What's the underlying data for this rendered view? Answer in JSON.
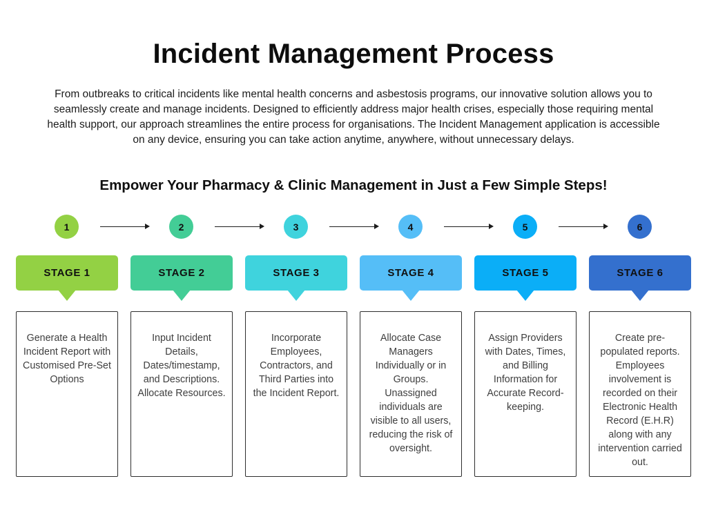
{
  "page": {
    "title": "Incident Management Process",
    "description": "From outbreaks to critical incidents like mental health concerns and asbestosis programs, our innovative solution allows you to seamlessly create and manage incidents. Designed to efficiently address major health crises, especially those requiring mental health support, our approach streamlines the entire process for organisations. The Incident Management application is accessible on any device, ensuring you can take action anytime, anywhere, without unnecessary delays.",
    "subtitle": "Empower Your Pharmacy & Clinic Management in Just a Few Simple Steps!"
  },
  "arrow_color": "#1c1c1c",
  "stages": [
    {
      "number": "1",
      "label": "STAGE 1",
      "color": "#93D144",
      "description": "Generate a Health Incident Report with Customised Pre-Set Options"
    },
    {
      "number": "2",
      "label": "STAGE 2",
      "color": "#43CD96",
      "description": "Input Incident Details, Dates/timestamp, and Descriptions. Allocate Resources."
    },
    {
      "number": "3",
      "label": "STAGE 3",
      "color": "#3FD3DD",
      "description": "Incorporate Employees, Contractors, and Third Parties into the Incident Report."
    },
    {
      "number": "4",
      "label": "STAGE 4",
      "color": "#55BEF7",
      "description": "Allocate Case Managers Individually or in Groups. Unassigned individuals are visible to all users, reducing the risk of oversight."
    },
    {
      "number": "5",
      "label": "STAGE 5",
      "color": "#0BAEF7",
      "description": "Assign Providers with Dates, Times, and Billing Information for Accurate Record-keeping."
    },
    {
      "number": "6",
      "label": "STAGE 6",
      "color": "#3470CE",
      "description": "Create pre-populated reports. Employees involvement is recorded on their Electronic Health Record (E.H.R) along with any intervention carried out."
    }
  ]
}
